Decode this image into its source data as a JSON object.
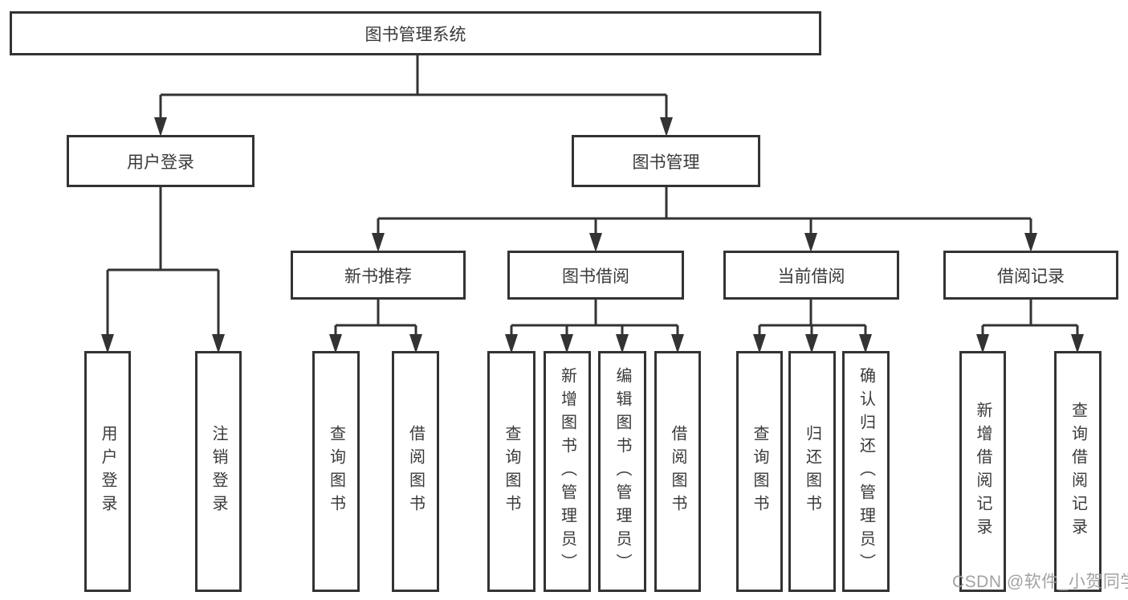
{
  "nodes": {
    "root": {
      "label": "图书管理系统"
    },
    "level1": [
      {
        "label": "用户登录"
      },
      {
        "label": "图书管理"
      }
    ],
    "level2": [
      {
        "label": "新书推荐"
      },
      {
        "label": "图书借阅"
      },
      {
        "label": "当前借阅"
      },
      {
        "label": "借阅记录"
      }
    ],
    "groups": [
      {
        "parent": "用户登录",
        "children": [
          "用户登录",
          "注销登录"
        ]
      },
      {
        "parent": "新书推荐",
        "children": [
          "查询图书",
          "借阅图书"
        ]
      },
      {
        "parent": "图书借阅",
        "children": [
          "查询图书",
          "新增图书（管理员）",
          "编辑图书（管理员）",
          "借阅图书"
        ]
      },
      {
        "parent": "当前借阅",
        "children": [
          "查询图书",
          "归还图书",
          "确认归还（管理员）"
        ]
      },
      {
        "parent": "借阅记录",
        "children": [
          "新增借阅记录",
          "查询借阅记录"
        ]
      }
    ]
  },
  "watermark": {
    "text": "CSDN @软件_小贺同学"
  },
  "colors": {
    "line": "#333333",
    "text": "#3a3a3a",
    "background": "#ffffff",
    "watermark": "#a2a2a2"
  }
}
